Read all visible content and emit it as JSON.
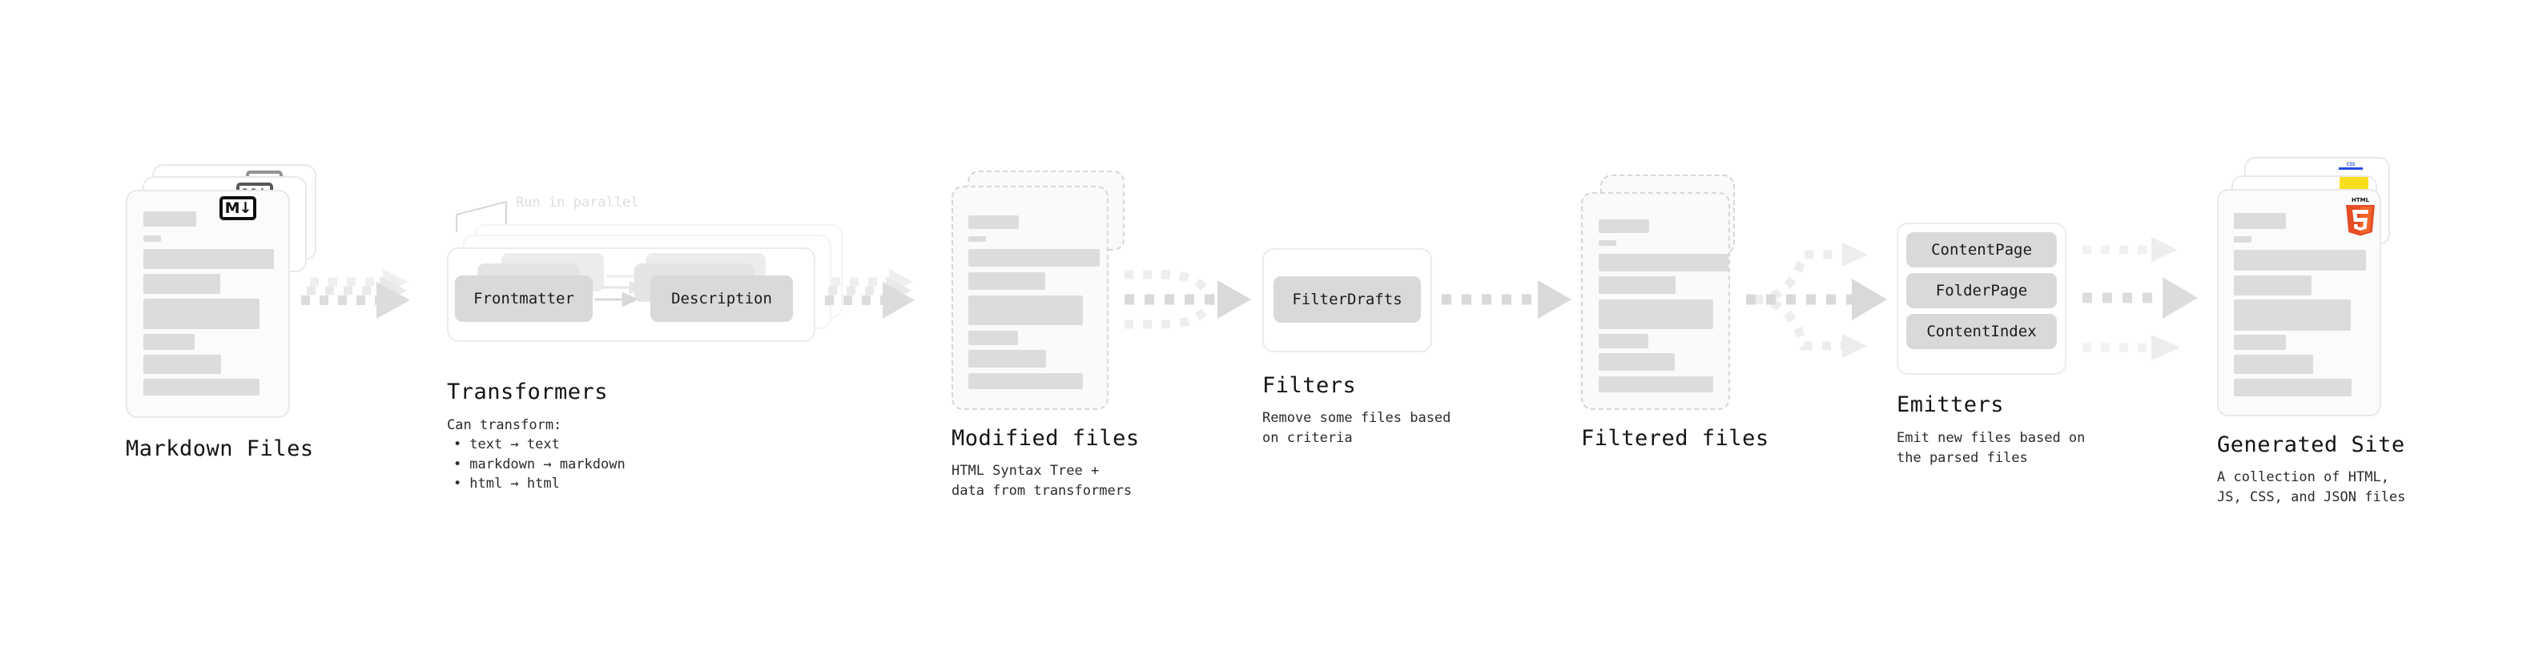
{
  "diagram": {
    "title_implicit": "Quartz build pipeline",
    "background": "#ffffff",
    "accent_colors": {
      "bar_gray": "#dcdcdc",
      "pill_gray": "#d9d9d9",
      "card_border": "#e9e9e9",
      "dashed_border": "#d6d6d6",
      "arrow_gray": "#d9d9d9",
      "arrow_gray_light": "#ececec",
      "html5_orange": "#e44d26",
      "html5_orange_light": "#f16529",
      "js_yellow": "#f7df1e",
      "css_blue": "#264de4",
      "text_dark": "#141414",
      "note_gray": "#dedede"
    }
  },
  "stages": [
    {
      "id": "markdown-files",
      "title": "Markdown Files",
      "subtitle": "",
      "icon": "markdown-logo",
      "icon_label": "M↓",
      "kind": "document-stack",
      "stack_count": 3,
      "border": "solid"
    },
    {
      "id": "transformers",
      "title": "Transformers",
      "subtitle_head": "Can transform:",
      "bullets": [
        "text → text",
        "markdown → markdown",
        "html → html"
      ],
      "note": "Run in parallel",
      "kind": "stage-stack",
      "stack_count": 3,
      "pills": [
        "Frontmatter",
        "Description"
      ]
    },
    {
      "id": "modified-files",
      "title": "Modified files",
      "subtitle": "HTML Syntax Tree +\ndata from transformers",
      "kind": "document-stack",
      "stack_count": 2,
      "border": "dashed"
    },
    {
      "id": "filters",
      "title": "Filters",
      "subtitle": "Remove some files based\non criteria",
      "kind": "stage",
      "stack_count": 1,
      "pills": [
        "FilterDrafts"
      ]
    },
    {
      "id": "filtered-files",
      "title": "Filtered files",
      "subtitle": "",
      "kind": "document-stack",
      "stack_count": 2,
      "border": "dashed"
    },
    {
      "id": "emitters",
      "title": "Emitters",
      "subtitle": "Emit new files based on\nthe parsed files",
      "kind": "stage",
      "stack_count": 1,
      "pills": [
        "ContentPage",
        "FolderPage",
        "ContentIndex"
      ]
    },
    {
      "id": "generated-site",
      "title": "Generated Site",
      "subtitle": "A collection of HTML,\nJS, CSS, and JSON files",
      "icon": "html5-logo",
      "icon_label": "HTML 5",
      "secondary_icons": [
        "js-logo",
        "css-logo"
      ],
      "kind": "document-stack",
      "stack_count": 3,
      "border": "solid"
    }
  ],
  "connectors": [
    {
      "id": "c1",
      "from": "markdown-files",
      "to": "transformers",
      "style": "dashed-parallel-3"
    },
    {
      "id": "c2",
      "from": "transformers",
      "to": "modified-files",
      "style": "dashed-parallel-3"
    },
    {
      "id": "c3",
      "from": "modified-files",
      "to": "filters",
      "style": "dashed-merge-3to1"
    },
    {
      "id": "c4",
      "from": "filters",
      "to": "filtered-files",
      "style": "dashed-single"
    },
    {
      "id": "c5",
      "from": "filtered-files",
      "to": "emitters",
      "style": "dashed-split-1to3"
    },
    {
      "id": "c6",
      "from": "emitters",
      "to": "generated-site",
      "style": "dashed-parallel-3"
    }
  ]
}
